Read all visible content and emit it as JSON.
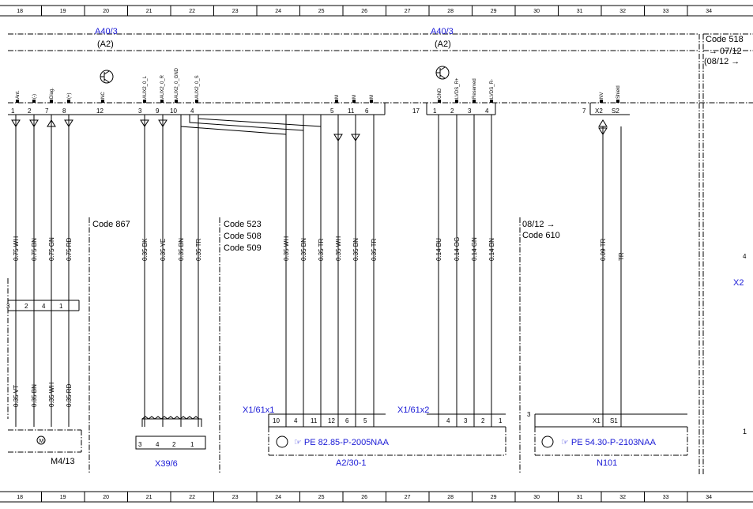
{
  "header": {
    "module": "A40/3",
    "sub": "(A2)"
  },
  "ruler": [
    "18",
    "19",
    "20",
    "21",
    "22",
    "23",
    "24",
    "25",
    "26",
    "27",
    "28",
    "29",
    "30",
    "31",
    "32",
    "33",
    "34"
  ],
  "codes": {
    "c518": "Code 518",
    "d0712": "→ 07/12",
    "d0812": "(08/12 →",
    "c867": "Code 867",
    "c523": "Code 523",
    "c508": "Code 508",
    "c509": "Code 509",
    "d0812b": "08/12 →",
    "c610": "Code 610"
  },
  "components": {
    "m413": "M4/13",
    "x396": "X39/6",
    "x161x1": "X1/61x1",
    "x161x2": "X1/61x2",
    "a2301_ref": "☞ PE 82.85-P-2005NAA",
    "a2301": "A2/30-1",
    "n101_ref": "☞ PE 54.30-P-2103NAA",
    "n101": "N101"
  },
  "edge": {
    "x2": "X2",
    "n4": "4",
    "n1": "1"
  },
  "top_pins": [
    {
      "pin": "1",
      "signal": "Ant."
    },
    {
      "pin": "2",
      "signal": "(-)"
    },
    {
      "pin": "7",
      "signal": "Diag."
    },
    {
      "pin": "8",
      "signal": "(+)"
    },
    {
      "pin": "12",
      "signal": "NC"
    },
    {
      "pin": "3",
      "signal": "AUX2_0_L"
    },
    {
      "pin": "9",
      "signal": "AUX2_0_R"
    },
    {
      "pin": "10",
      "signal": "AUX2_0_GND"
    },
    {
      "pin": "4",
      "signal": "AUX2_0_S"
    },
    {
      "pin": "5",
      "signal": "M"
    },
    {
      "pin": "11",
      "signal": "M"
    },
    {
      "pin": "6",
      "signal": "M"
    },
    {
      "pin": "17",
      "signal": ""
    },
    {
      "pin": "1",
      "signal": "GND"
    },
    {
      "pin": "2",
      "signal": "LVDS_R+"
    },
    {
      "pin": "3",
      "signal": "Reserved"
    },
    {
      "pin": "4",
      "signal": "LVDS_R-"
    },
    {
      "pin": "7",
      "signal": ""
    },
    {
      "pin": "X2",
      "signal": "NV"
    },
    {
      "pin": "S2",
      "signal": "Shield"
    }
  ],
  "wire_labels_upper": [
    "0.75 WH",
    "0.75 BN",
    "0.75 GN",
    "0.75 RD",
    "0.35 BK",
    "0.35 YE",
    "0.35 BN",
    "0.35 TR",
    "0.35 WH",
    "0.35 BN",
    "0.35 TR",
    "0.35 WH",
    "0.35 BN",
    "0.35 TR",
    "0.14 BU",
    "0.14 OG",
    "0.14 GN",
    "0.14 BN",
    "0.09 TR",
    "TR"
  ],
  "wire_labels_lower": [
    "0.35 VT",
    "0.35 BN",
    "0.35 WH",
    "0.35 RD"
  ],
  "mid_pins": [
    "3",
    "2",
    "4",
    "1"
  ],
  "x39_pins": [
    "3",
    "4",
    "2",
    "1"
  ],
  "a2_pins": [
    "10",
    "4",
    "11",
    "12",
    "6",
    "5",
    "4",
    "3",
    "2",
    "1"
  ],
  "n101_pins": [
    "3",
    "X1",
    "S1"
  ]
}
